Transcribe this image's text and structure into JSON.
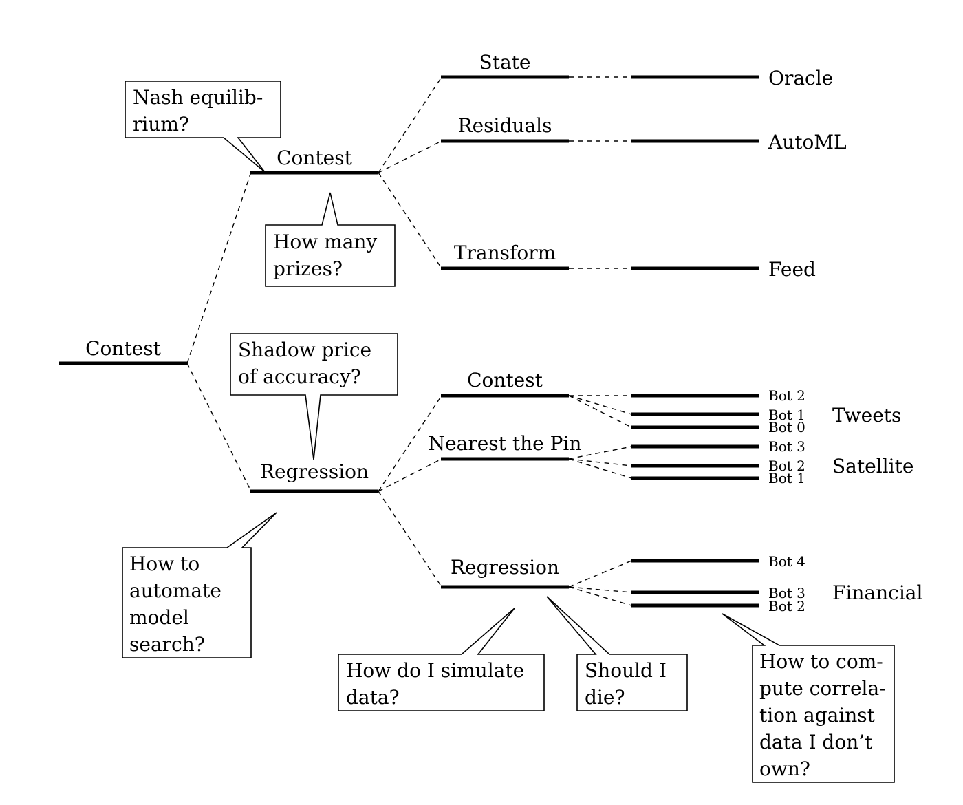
{
  "nodes": {
    "root": "Contest",
    "contest": "Contest",
    "regression": "Regression",
    "state": "State",
    "residuals": "Residuals",
    "transform": "Transform",
    "contest2": "Contest",
    "nearest_pin": "Nearest the Pin",
    "regression2": "Regression"
  },
  "outcomes": {
    "oracle": "Oracle",
    "automl": "AutoML",
    "feed": "Feed"
  },
  "bots": {
    "contest_bot2": "Bot 2",
    "contest_bot1": "Bot 1",
    "contest_bot0": "Bot 0",
    "pin_bot3": "Bot 3",
    "pin_bot2": "Bot 2",
    "pin_bot1": "Bot 1",
    "reg_bot4": "Bot 4",
    "reg_bot3": "Bot 3",
    "reg_bot2": "Bot 2"
  },
  "categories": {
    "tweets": "Tweets",
    "satellite": "Satellite",
    "financial": "Financial"
  },
  "callouts": {
    "nash": [
      "Nash equilib-",
      "rium?"
    ],
    "prizes": [
      "How many",
      "prizes?"
    ],
    "shadow": [
      "Shadow price",
      "of accuracy?"
    ],
    "automate": [
      "How to",
      "automate",
      "model",
      "search?"
    ],
    "simulate": [
      "How do I simulate",
      "data?"
    ],
    "die": [
      "Should I",
      "die?"
    ],
    "correlation": [
      "How to com-",
      "pute correla-",
      "tion against",
      "data I don’t",
      "own?"
    ]
  }
}
